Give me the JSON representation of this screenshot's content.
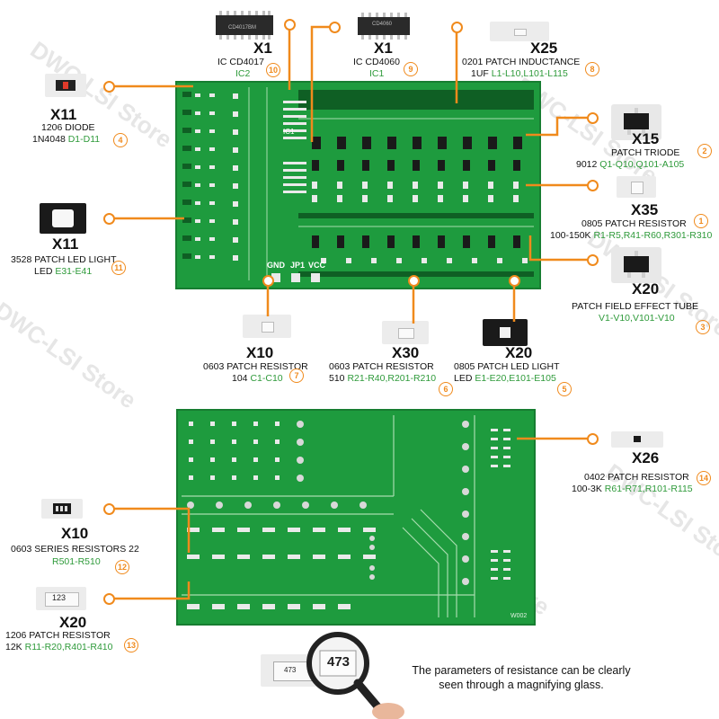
{
  "watermark": "DWC-LSI Store",
  "callouts": {
    "c1": {
      "count": "X35",
      "line1": "0805 PATCH RESISTOR",
      "line2_black": "100-150K ",
      "line2_green": "R1-R5,R41-R60,R301-R310",
      "num": "1"
    },
    "c2": {
      "count": "X15",
      "line1": "PATCH TRIODE",
      "line2_black": "9012 ",
      "line2_green": "Q1-Q10,Q101-A105",
      "num": "2"
    },
    "c3": {
      "count": "X20",
      "line1": "PATCH FIELD EFFECT TUBE",
      "line2_black": "",
      "line2_green": "V1-V10,V101-V10",
      "num": "3"
    },
    "c4": {
      "count": "X11",
      "line1": "1206 DIODE",
      "line2_black": "1N4048 ",
      "line2_green": "D1-D11",
      "num": "4"
    },
    "c5": {
      "count": "X20",
      "line1": "0805 PATCH LED LIGHT",
      "line2_black": "LED ",
      "line2_green": "E1-E20,E101-E105",
      "num": "5"
    },
    "c6": {
      "count": "X30",
      "line1": "0603 PATCH RESISTOR",
      "line2_black": "510 ",
      "line2_green": "R21-R40,R201-R210",
      "num": "6"
    },
    "c7": {
      "count": "X10",
      "line1": "0603 PATCH RESISTOR",
      "line2_black": "104 ",
      "line2_green": "C1-C10",
      "num": "7"
    },
    "c8": {
      "count": "X25",
      "line1": "0201 PATCH INDUCTANCE",
      "line2_black": "1UF ",
      "line2_green": "L1-L10,L101-L115",
      "num": "8"
    },
    "c9": {
      "count": "X1",
      "line1": "IC CD4060",
      "line2_black": "",
      "line2_green": "IC1",
      "num": "9"
    },
    "c10": {
      "count": "X1",
      "line1": "IC CD4017",
      "line2_black": "",
      "line2_green": "IC2",
      "num": "10"
    },
    "c11": {
      "count": "X11",
      "line1": "3528 PATCH LED LIGHT",
      "line2_black": "LED ",
      "line2_green": "E31-E41",
      "num": "11"
    },
    "c12": {
      "count": "X10",
      "line1": "0603 SERIES RESISTORS 22",
      "line2_black": "",
      "line2_green": "R501-R510",
      "num": "12"
    },
    "c13": {
      "count": "X20",
      "line1": "1206 PATCH RESISTOR",
      "line2_black": "12K ",
      "line2_green": "R11-R20,R401-R410",
      "num": "13"
    },
    "c14": {
      "count": "X26",
      "line1": "0402 PATCH RESISTOR",
      "line2_black": "100-3K ",
      "line2_green": "R61-R71,R101-R115",
      "num": "14"
    }
  },
  "chips": {
    "ic_cd4017_marking": "CD4017BM",
    "ic_cd4060_marking": "CD4060"
  },
  "pcb_labels": {
    "gnd": "GND",
    "jp1": "JP1",
    "vcc": "VCC",
    "ic1": "IC1",
    "board_code": "W002"
  },
  "resistor_marking": "473",
  "small_resistor_marking": "123",
  "caption": {
    "line1": "The parameters of resistance can be clearly",
    "line2": "seen through a magnifying glass."
  },
  "colors": {
    "accent": "#f08a1c",
    "pcb": "#1e9b3e",
    "green_text": "#2e9a3a"
  }
}
